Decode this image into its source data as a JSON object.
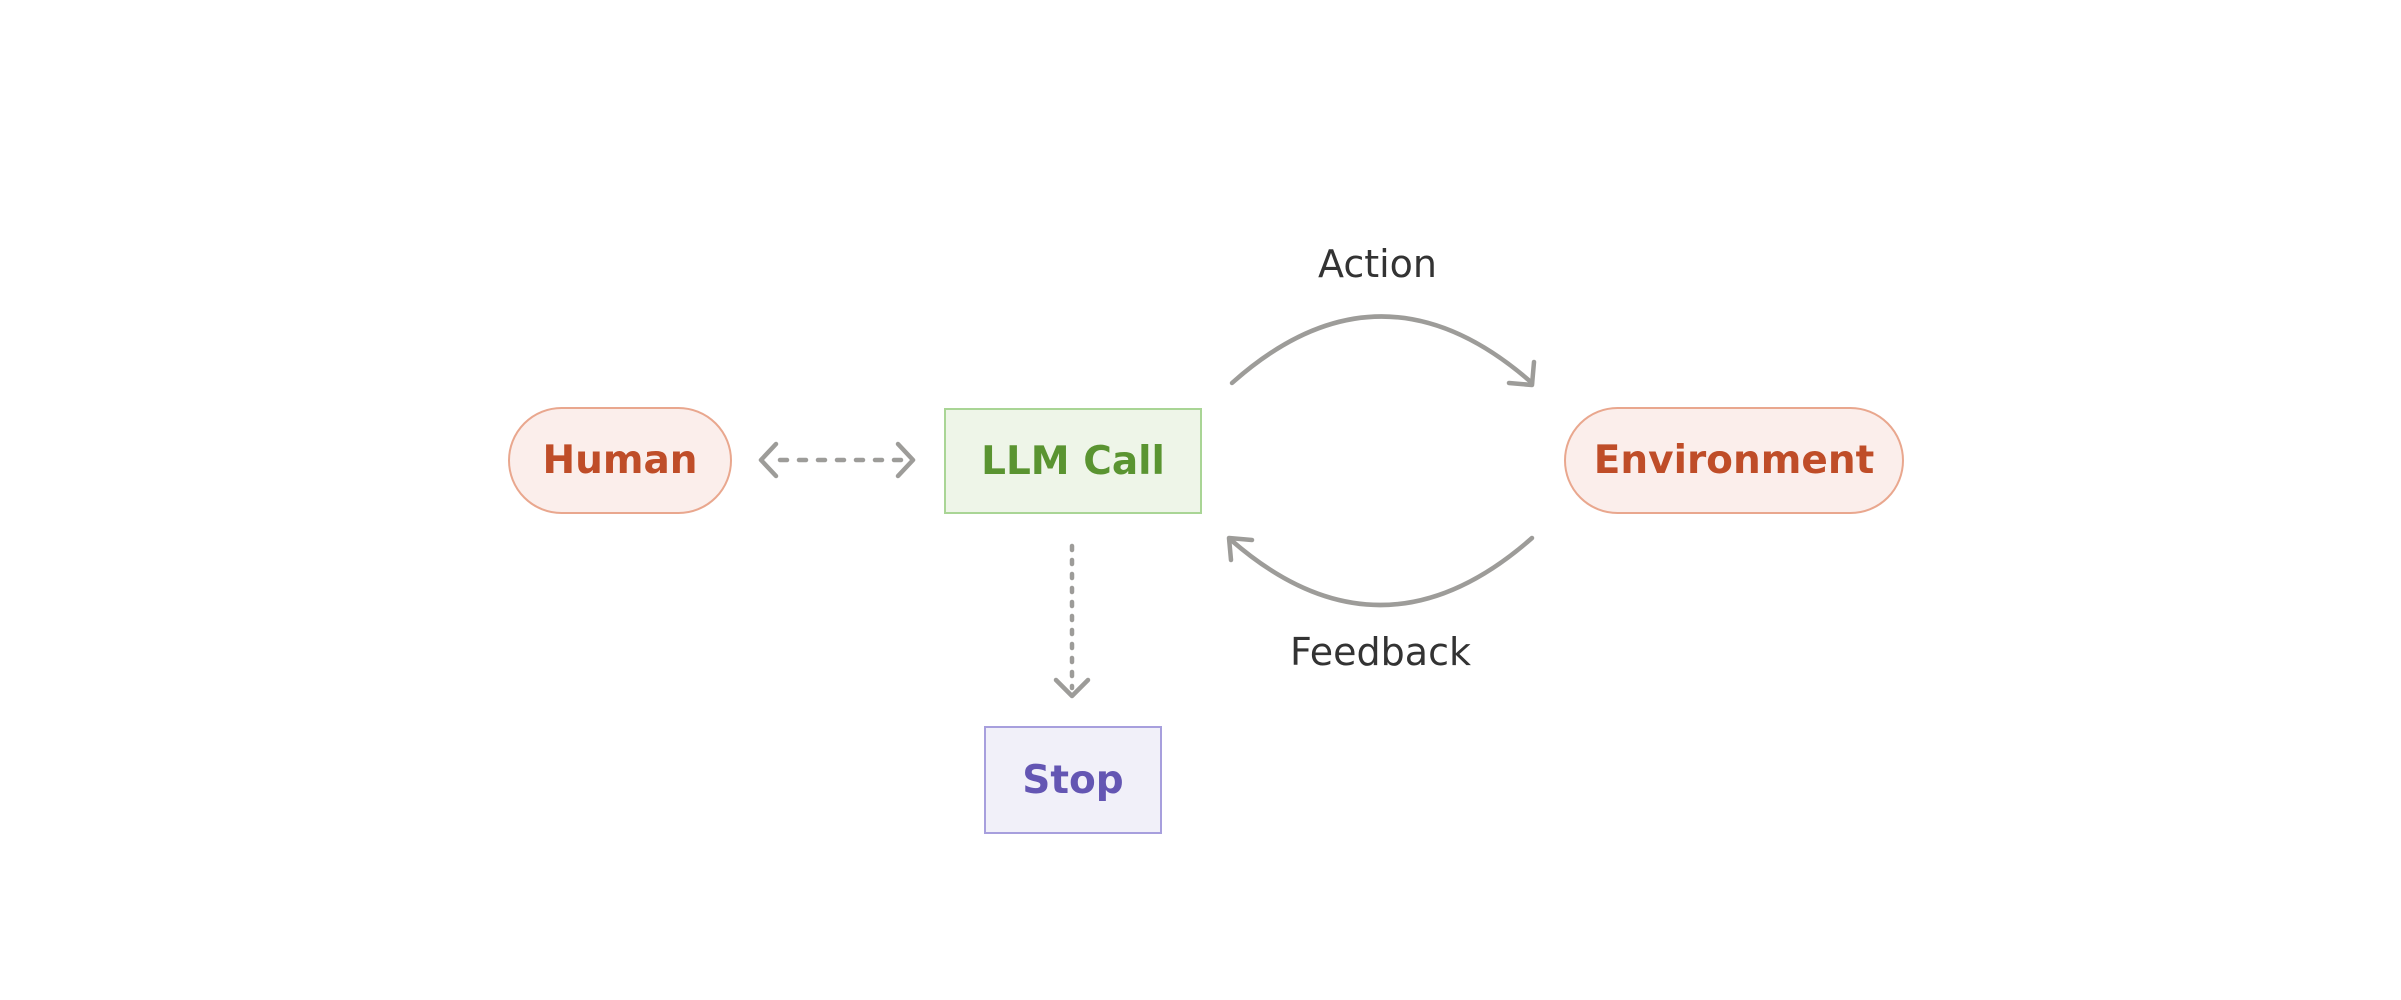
{
  "nodes": {
    "human": "Human",
    "llm_call": "LLM Call",
    "environment": "Environment",
    "stop": "Stop"
  },
  "edges": {
    "action": "Action",
    "feedback": "Feedback"
  },
  "colors": {
    "human_fill": "#fbeeeb",
    "human_border": "#e9a78e",
    "human_text": "#bf4d28",
    "llm_fill": "#eef5e8",
    "llm_border": "#a9d595",
    "llm_text": "#5a9431",
    "stop_fill": "#f1f0f9",
    "stop_border": "#a79fdd",
    "stop_text": "#6456b3",
    "arrow": "#9d9c99",
    "label": "#333333"
  }
}
